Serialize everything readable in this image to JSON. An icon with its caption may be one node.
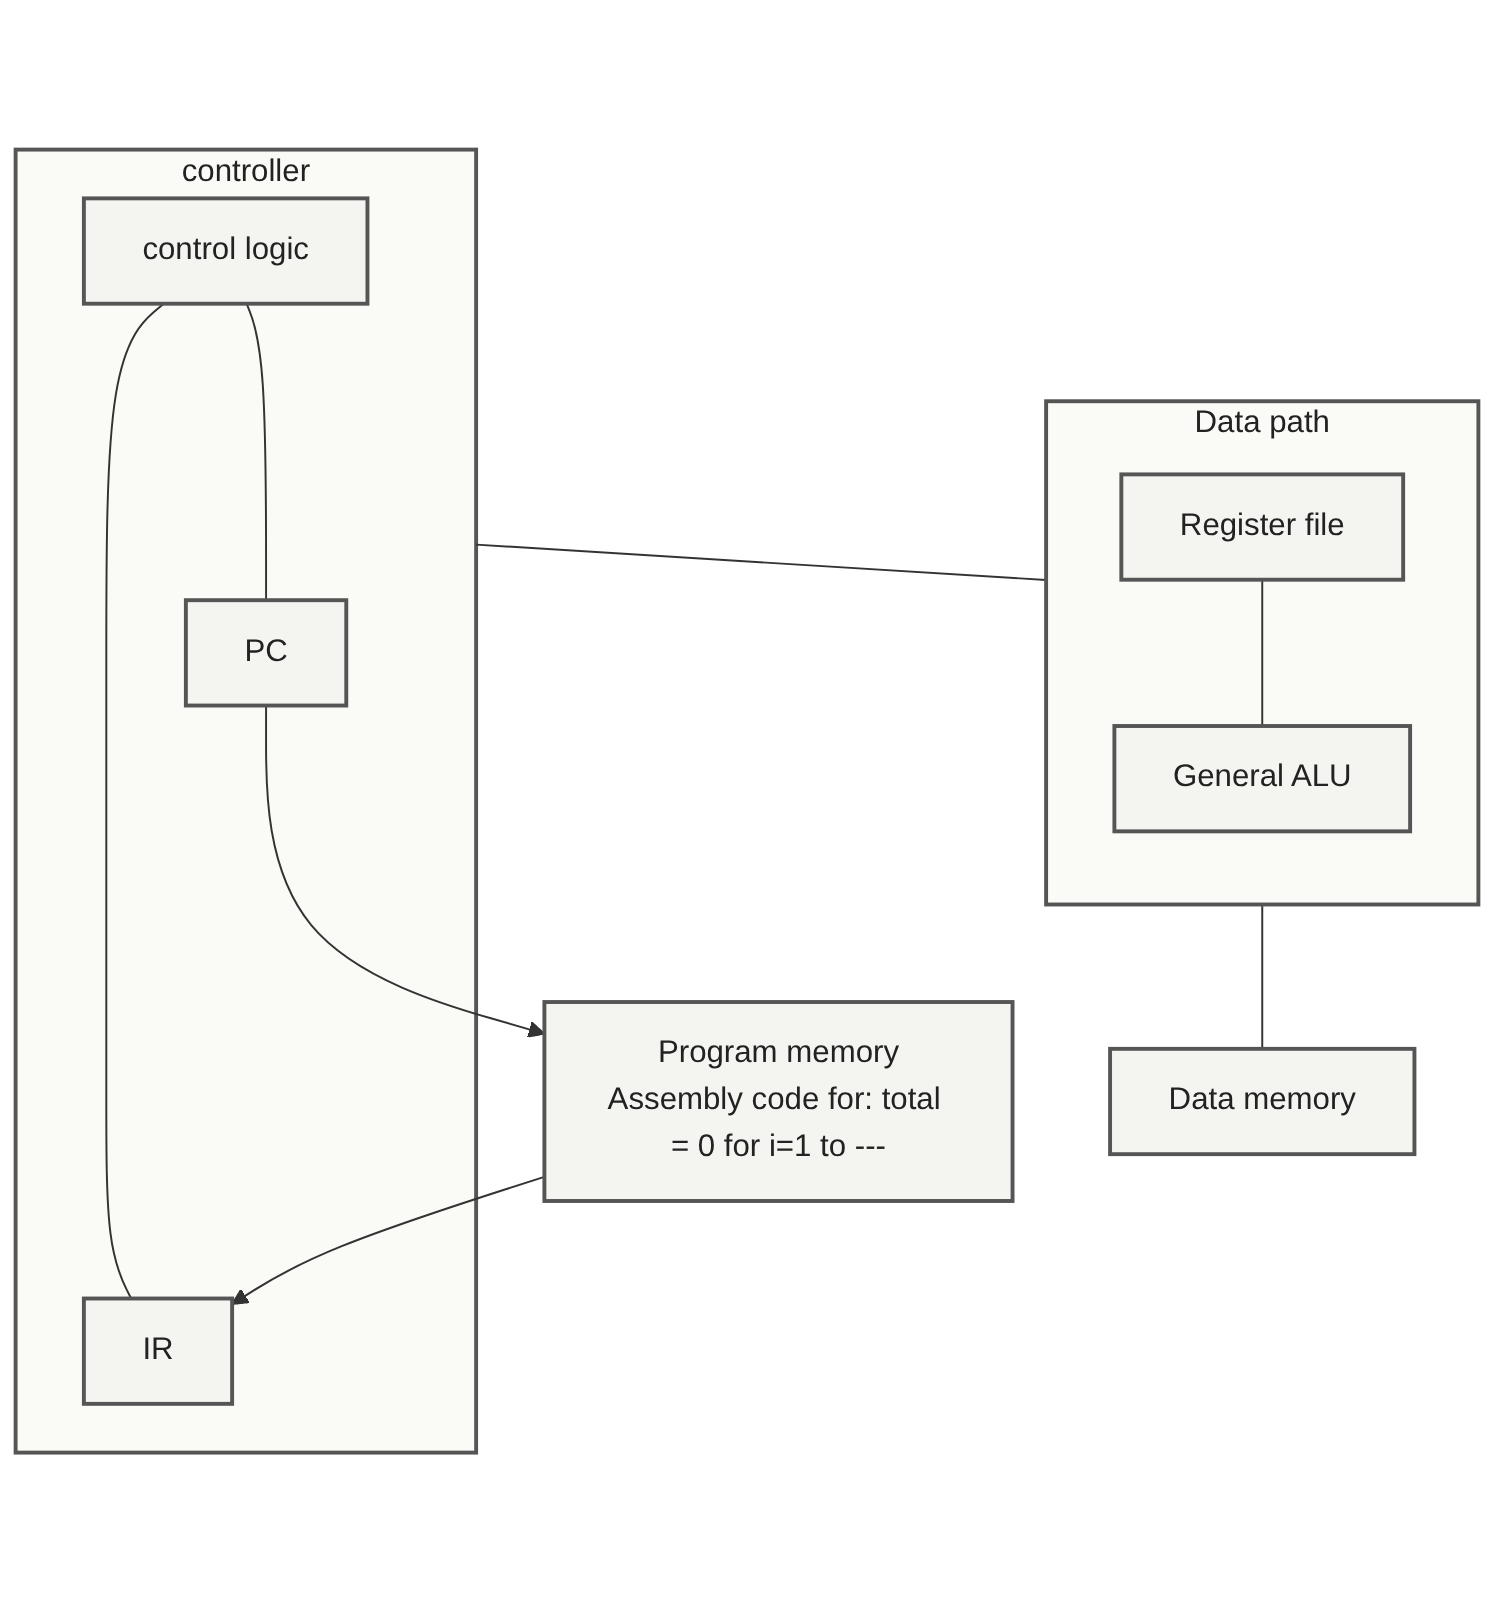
{
  "diagram": {
    "nodes": [
      {
        "text": [
          "controller"
        ]
      },
      {
        "text": [
          "control logic"
        ],
        "in": 0
      },
      {
        "text": [
          "IR"
        ],
        "in": 0
      },
      {
        "text": [
          "PC"
        ],
        "in": 0
      },
      {
        "text": [
          "Program memory",
          "Assembly code for: total = 0 for i=1 to ---"
        ]
      },
      {
        "text": [
          "Data path"
        ]
      },
      {
        "text": [
          "Register file"
        ],
        "in": 5
      },
      {
        "text": [
          "General ALU"
        ],
        "in": 5
      },
      {
        "text": [
          "Data memory"
        ]
      }
    ],
    "edges": [
      {
        "from": 1,
        "to": 2,
        "arrow": "none"
      },
      {
        "from": 1,
        "to": 3,
        "arrow": "none"
      },
      {
        "from": 3,
        "to": 4,
        "arrow": "to"
      },
      {
        "from": 4,
        "to": 2,
        "arrow": "to"
      },
      {
        "from": 0,
        "to": 5,
        "arrow": "none"
      },
      {
        "from": 6,
        "to": 7,
        "arrow": "none"
      },
      {
        "from": 5,
        "to": 8,
        "arrow": "none"
      }
    ]
  }
}
